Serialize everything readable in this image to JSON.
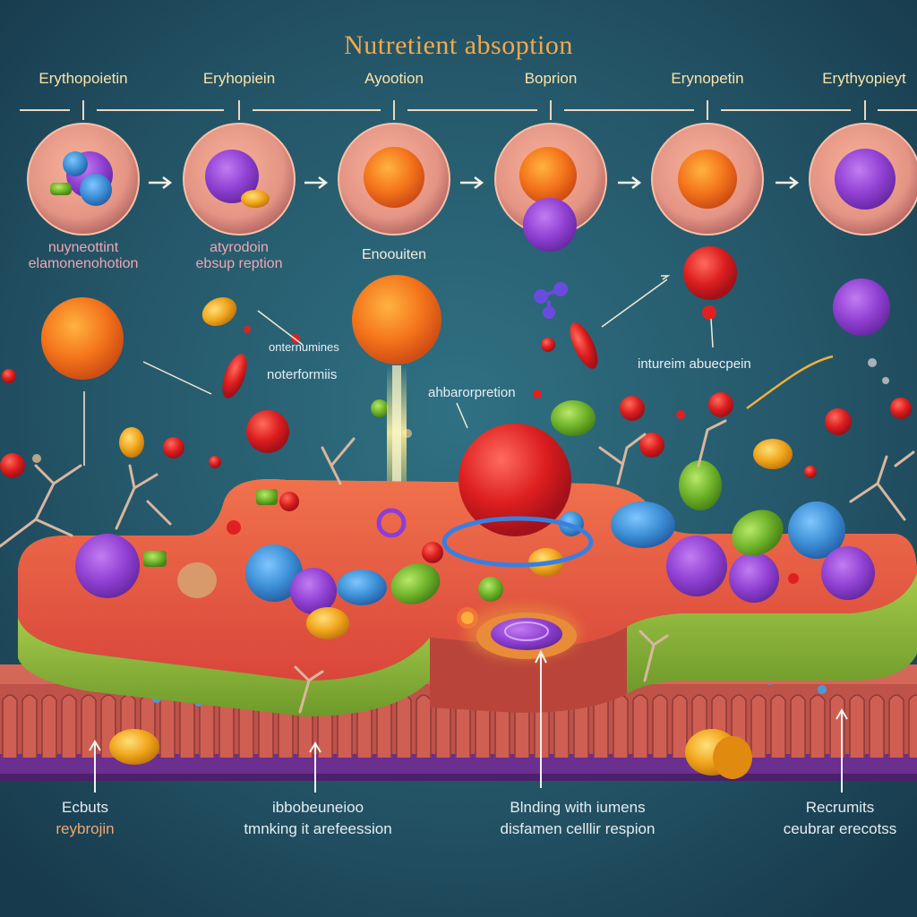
{
  "title": "Nutretient absoption",
  "steps": [
    {
      "label": "Erythopoietin",
      "caption": "nuyneottint\nelamonenohotion"
    },
    {
      "label": "Eryhopiein",
      "caption": "atyrodoin\nebsup reption"
    },
    {
      "label": "Ayootion",
      "caption": "Enoouiten"
    },
    {
      "label": "Boprion",
      "caption": ""
    },
    {
      "label": "Erynopetin",
      "caption": ""
    },
    {
      "label": "Erythyopieyt",
      "caption": ""
    }
  ],
  "mid_labels": {
    "left_small": "onternumines",
    "left_main": "noterformiis",
    "center": "ahbarorpretion",
    "right": "intureim abuecpein"
  },
  "bottom_labels": [
    {
      "line1": "Ecbuts",
      "line2": "reybrojin"
    },
    {
      "line1": "ibbobeuneioo",
      "line2": "tmnking it arefeession"
    },
    {
      "line1": "Blnding with iumens",
      "line2": "disfamen celllir respion"
    },
    {
      "line1": "Recrumits",
      "line2": "ceubrar erecotss"
    }
  ],
  "colors": {
    "background_top": "#1e4659",
    "background_mid": "#2b6776",
    "title": "#f2a94d",
    "tissue_top": "#e5573e",
    "tissue_side": "#8fb53a",
    "villi": "#c6584a",
    "base": "#6a2f8f",
    "particle_red": "#d91e20",
    "particle_orange": "#f0701a",
    "particle_purple": "#8f3fd0",
    "particle_blue": "#3d8fd6",
    "particle_green": "#6fb32a"
  }
}
